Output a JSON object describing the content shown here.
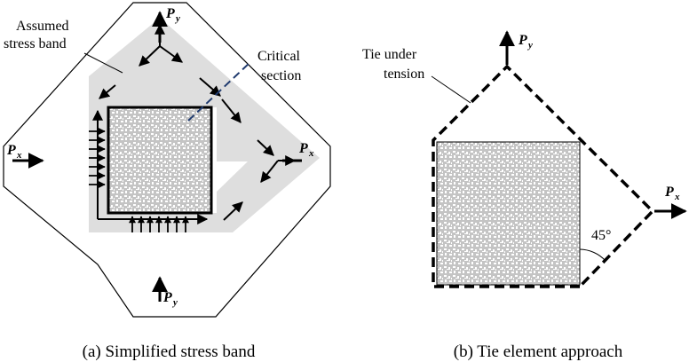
{
  "panel_a": {
    "caption": "(a) Simplified stress band",
    "band_label_line1": "Assumed",
    "band_label_line2": "stress band",
    "critical_line1": "Critical",
    "critical_line2": "section",
    "load_x": {
      "symbol": "P",
      "subscript": "x"
    },
    "load_y": {
      "symbol": "P",
      "subscript": "y"
    }
  },
  "panel_b": {
    "caption": "(b) Tie element approach",
    "tie_line1": "Tie under",
    "tie_line2": "tension",
    "angle_label": "45°",
    "load_x": {
      "symbol": "P",
      "subscript": "x"
    },
    "load_y": {
      "symbol": "P",
      "subscript": "y"
    }
  },
  "colors": {
    "band": "#dedede",
    "critical_line": "#1f3a6e",
    "ink": "#000000"
  }
}
